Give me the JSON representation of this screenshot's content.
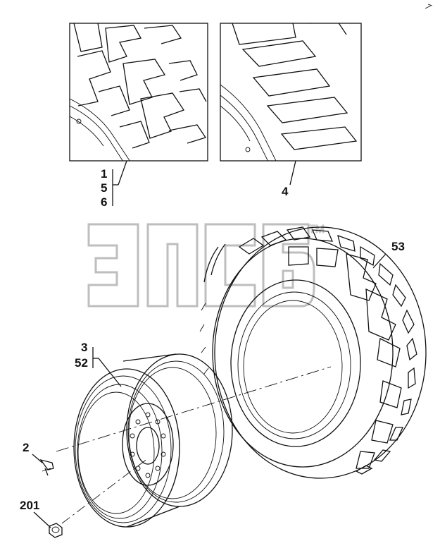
{
  "diagram": {
    "watermark": {
      "text": "ЭПСБ",
      "tm": "TM"
    },
    "callouts": [
      {
        "key": "c1",
        "text": "1"
      },
      {
        "key": "c5",
        "text": "5"
      },
      {
        "key": "c6",
        "text": "6"
      },
      {
        "key": "c4",
        "text": "4"
      },
      {
        "key": "c53",
        "text": "53"
      },
      {
        "key": "c3",
        "text": "3"
      },
      {
        "key": "c52",
        "text": "52"
      },
      {
        "key": "c2",
        "text": "2"
      },
      {
        "key": "c201",
        "text": "201"
      }
    ]
  }
}
